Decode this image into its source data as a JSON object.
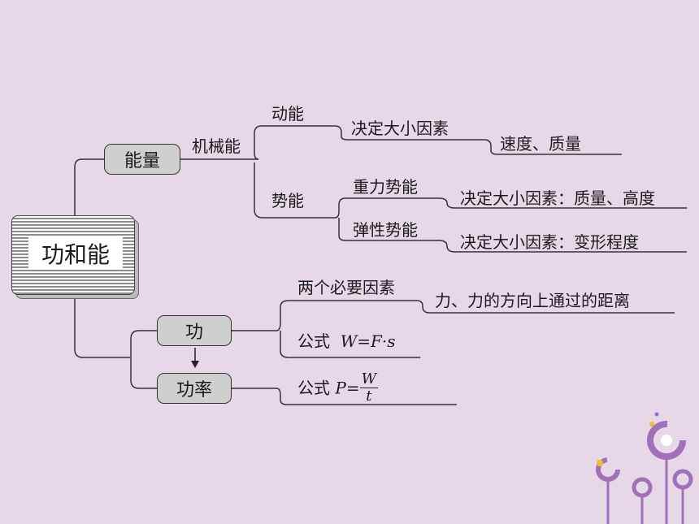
{
  "root": {
    "label": "功和能"
  },
  "energy": {
    "label": "能量",
    "mechanical": "机械能",
    "kinetic": {
      "label": "动能",
      "factor_label": "决定大小因素",
      "factor_value": "速度、质量"
    },
    "potential": {
      "label": "势能",
      "gravitational": {
        "label": "重力势能",
        "factor": "决定大小因素：质量、高度"
      },
      "elastic": {
        "label": "弹性势能",
        "factor": "决定大小因素：变形程度"
      }
    }
  },
  "work": {
    "label": "功",
    "factors_label": "两个必要因素",
    "factors_value": "力、力的方向上通过的距离",
    "formula_prefix": "公式",
    "formula": "W=F·s"
  },
  "power": {
    "label": "功率",
    "formula_prefix": "公式",
    "formula_lhs": "P=",
    "formula_num": "W",
    "formula_den": "t"
  },
  "colors": {
    "background": "#e7d8e8",
    "node_fill": "#cfcfcf",
    "line": "#333333",
    "deco_purple": "#a070b8",
    "deco_yellow": "#f0c020"
  }
}
